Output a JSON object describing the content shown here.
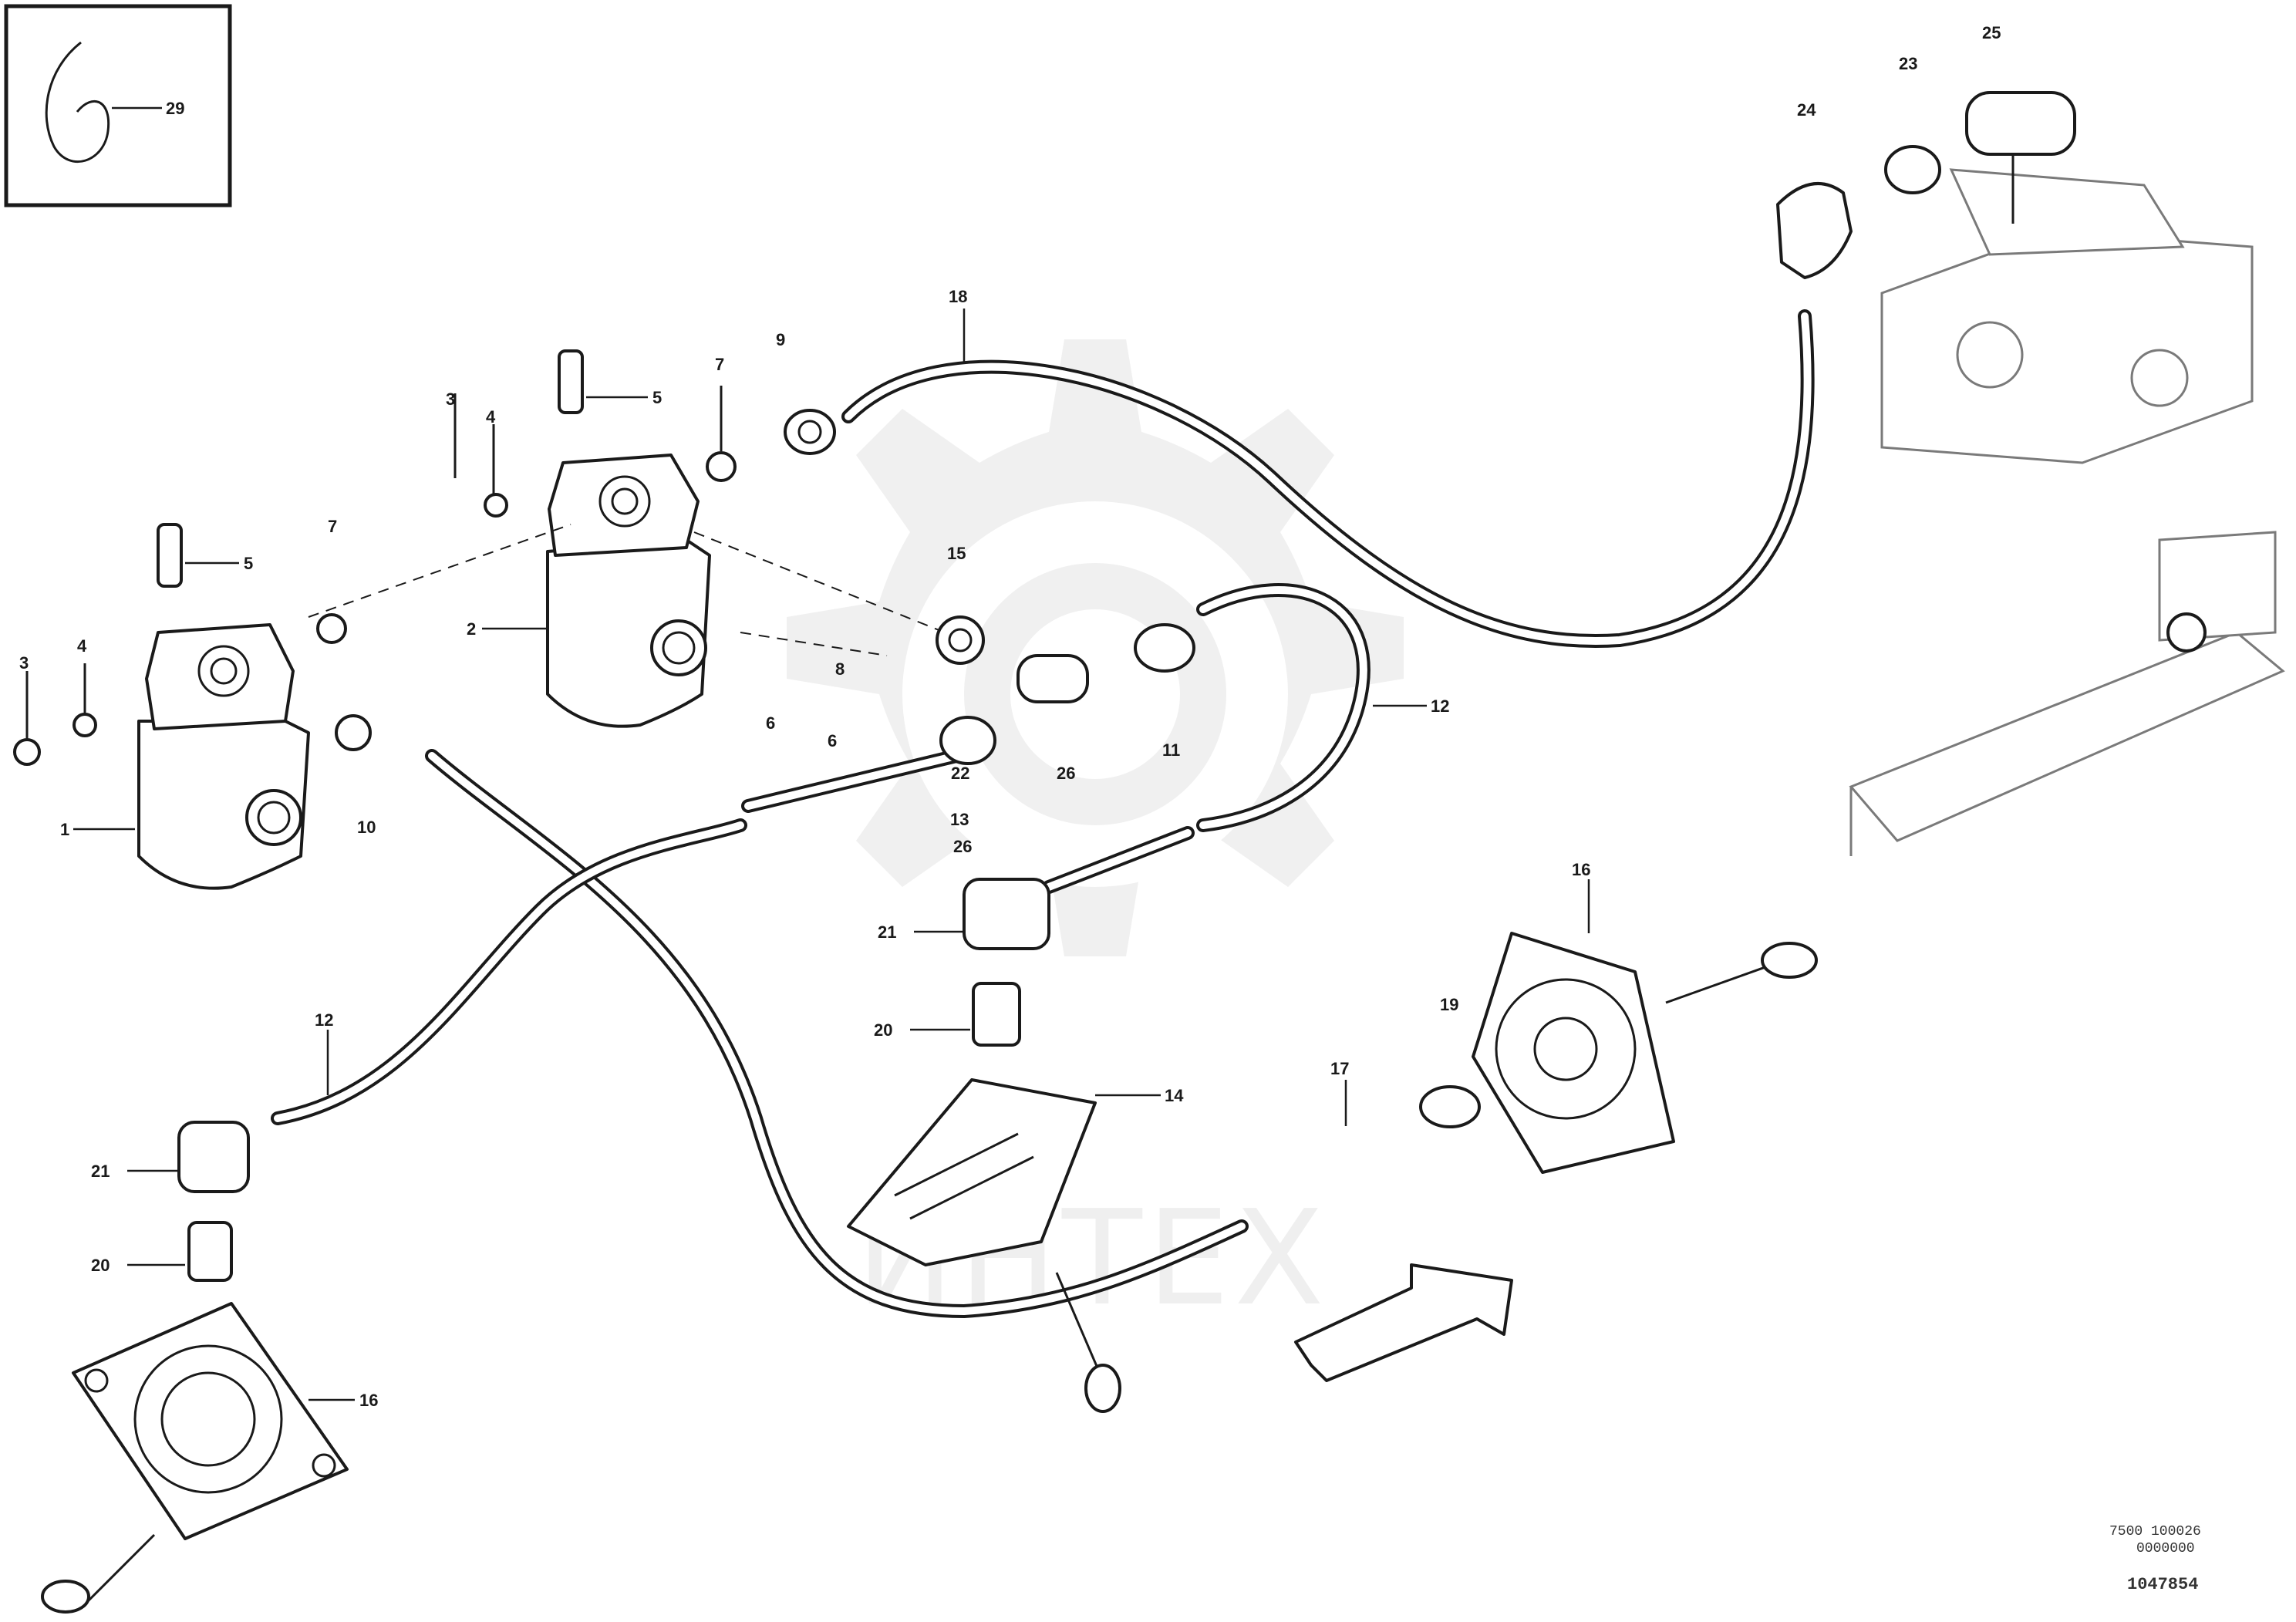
{
  "diagram": {
    "inset_callout": "29",
    "callouts": [
      {
        "id": "c1",
        "text": "1"
      },
      {
        "id": "c2",
        "text": "2"
      },
      {
        "id": "c3a",
        "text": "3"
      },
      {
        "id": "c3b",
        "text": "3"
      },
      {
        "id": "c4a",
        "text": "4"
      },
      {
        "id": "c4b",
        "text": "4"
      },
      {
        "id": "c5a",
        "text": "5"
      },
      {
        "id": "c5b",
        "text": "5"
      },
      {
        "id": "c6a",
        "text": "6"
      },
      {
        "id": "c6b",
        "text": "6"
      },
      {
        "id": "c7a",
        "text": "7"
      },
      {
        "id": "c7b",
        "text": "7"
      },
      {
        "id": "c8",
        "text": "8"
      },
      {
        "id": "c9",
        "text": "9"
      },
      {
        "id": "c10",
        "text": "10"
      },
      {
        "id": "c11",
        "text": "11"
      },
      {
        "id": "c12a",
        "text": "12"
      },
      {
        "id": "c12b",
        "text": "12"
      },
      {
        "id": "c13",
        "text": "13"
      },
      {
        "id": "c14",
        "text": "14"
      },
      {
        "id": "c15",
        "text": "15"
      },
      {
        "id": "c16a",
        "text": "16"
      },
      {
        "id": "c16b",
        "text": "16"
      },
      {
        "id": "c17",
        "text": "17"
      },
      {
        "id": "c18",
        "text": "18"
      },
      {
        "id": "c19",
        "text": "19"
      },
      {
        "id": "c20a",
        "text": "20"
      },
      {
        "id": "c20b",
        "text": "20"
      },
      {
        "id": "c21a",
        "text": "21"
      },
      {
        "id": "c21b",
        "text": "21"
      },
      {
        "id": "c22",
        "text": "22"
      },
      {
        "id": "c23",
        "text": "23"
      },
      {
        "id": "c24",
        "text": "24"
      },
      {
        "id": "c25",
        "text": "25"
      },
      {
        "id": "c26a",
        "text": "26"
      },
      {
        "id": "c26b",
        "text": "26"
      }
    ],
    "watermark": "ИНТЕХ",
    "reference": {
      "line1": "7500 100026",
      "line2": "0000000",
      "code": "1047854"
    }
  }
}
